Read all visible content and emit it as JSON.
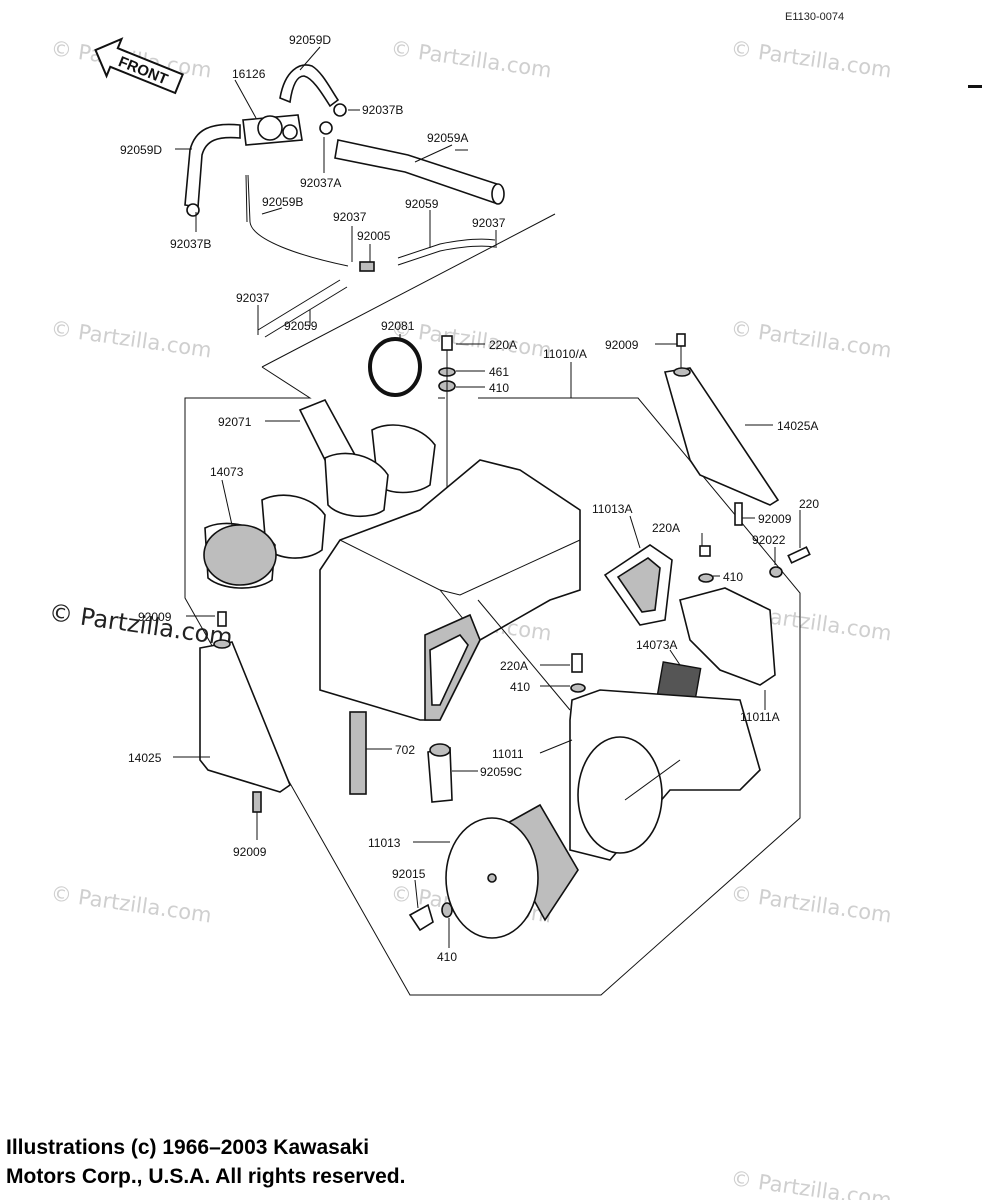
{
  "diagram": {
    "code": "E1130-0074",
    "front_label": "FRONT",
    "watermark": "© Partzilla.com",
    "copyright_line1": "Illustrations (c) 1966–2003 Kawasaki",
    "copyright_line2": "Motors Corp., U.S.A.  All rights reserved."
  },
  "labels": [
    "92059D",
    "16126",
    "92037B",
    "92059A",
    "92059D",
    "92037A",
    "92059B",
    "92037",
    "92059",
    "92037",
    "92005",
    "92037B",
    "92037",
    "92059",
    "92081",
    "220A",
    "461",
    "410",
    "11010/A",
    "92009",
    "92071",
    "14073",
    "14025A",
    "11013A",
    "220A",
    "220",
    "92009",
    "92022",
    "410",
    "92009",
    "14073A",
    "220A",
    "410",
    "11011A",
    "14025",
    "702",
    "92059C",
    "11011",
    "11013",
    "92009",
    "92015",
    "410"
  ]
}
